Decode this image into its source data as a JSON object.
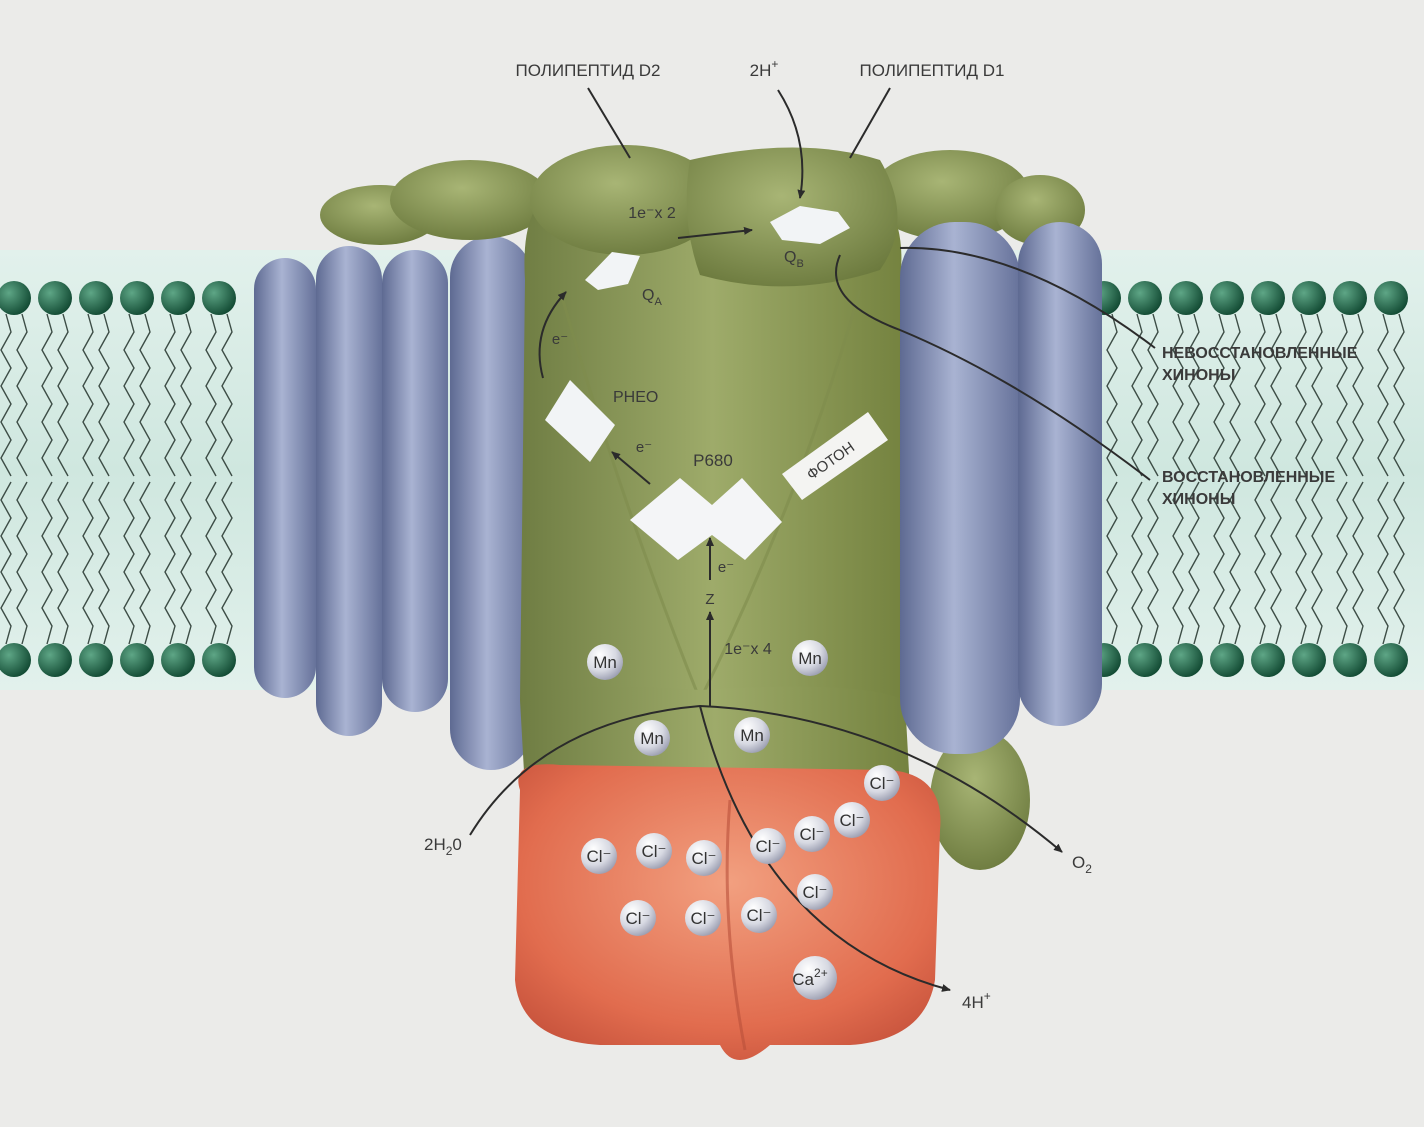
{
  "labels": {
    "polypeptide_d2": "ПОЛИПЕПТИД D2",
    "two_h_plus": "2H",
    "two_h_plus_sup": "+",
    "polypeptide_d1": "ПОЛИПЕПТИД D1",
    "electron_x2": "1e⁻x 2",
    "qa": "Q",
    "qa_sub": "A",
    "qb": "Q",
    "qb_sub": "B",
    "e_minus": "e⁻",
    "pheo": "PHEO",
    "p680": "P680",
    "photon": "ФОТОН",
    "z": "Z",
    "electron_x4": "1e⁻x 4",
    "unreduced_quinones_1": "НЕВОССТАНОВЛЕННЫЕ",
    "unreduced_quinones_2": "ХИНОНЫ",
    "reduced_quinones_1": "ВОССТАНОВЛЕННЫЕ",
    "reduced_quinones_2": "ХИНОНЫ",
    "water": "2H",
    "water_sub": "2",
    "water_tail": "0",
    "oxygen": "O",
    "oxygen_sub": "2",
    "four_h_plus": "4H",
    "four_h_plus_sup": "+"
  },
  "ions": {
    "mn": "Mn",
    "cl": "Cl⁻",
    "ca": "Ca",
    "ca_sup": "2+"
  },
  "colors": {
    "background": "#ebebe9",
    "membrane_band": "#d6ebe4",
    "lipid_head": "#1e6a4c",
    "protein_green": "#8d9b5c",
    "helix_blue": "#8390b4",
    "extrinsic_red": "#e07050",
    "cofactor_white": "#f2f4f6"
  }
}
